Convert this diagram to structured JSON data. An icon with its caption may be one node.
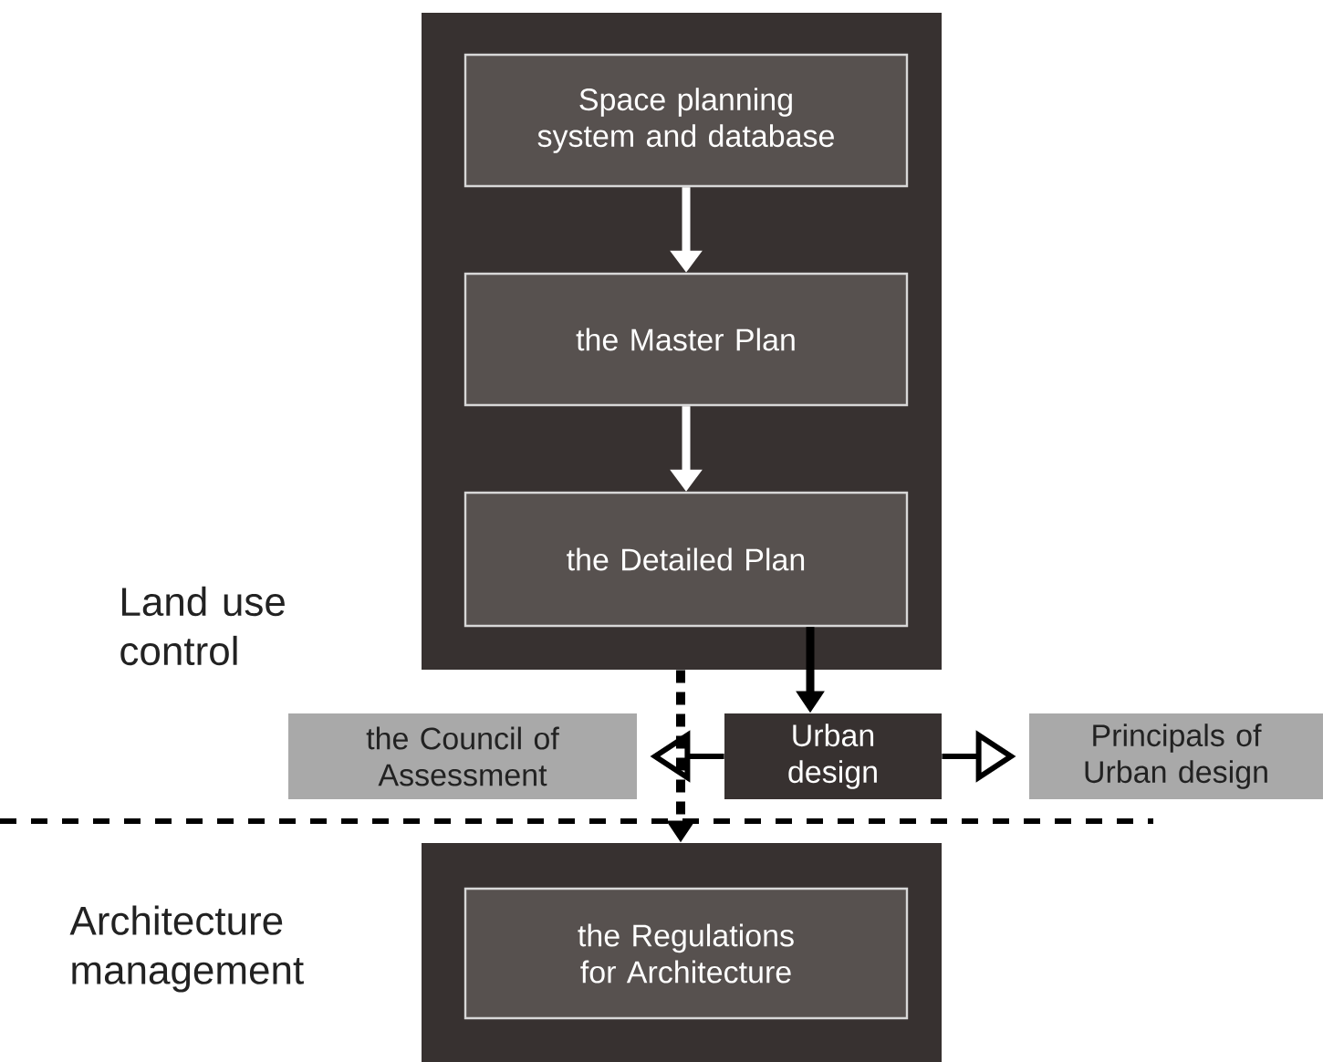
{
  "diagram": {
    "nodes": [
      {
        "text": [],
        "shape": "box"
      },
      {
        "text": [
          "Space planning system and database"
        ],
        "in": 0
      },
      {
        "text": [
          "the Master Plan"
        ],
        "in": 0
      },
      {
        "text": [
          "the Detailed Plan"
        ],
        "in": 0
      },
      {
        "text": [
          "the  Council of Assessment"
        ]
      },
      {
        "text": [
          "Urban design"
        ]
      },
      {
        "text": [
          "Principals of Urban design"
        ]
      },
      {
        "text": [],
        "shape": "box"
      },
      {
        "text": [
          "the Regulations for Architecture"
        ],
        "in": 7
      }
    ],
    "edges": [
      {
        "from": 1,
        "to": 2,
        "arrow": "to",
        "color": "#ffffff"
      },
      {
        "from": 2,
        "to": 3,
        "arrow": "to",
        "color": "#ffffff"
      },
      {
        "from": 3,
        "to": 5,
        "arrow": "to",
        "color": "#000000"
      },
      {
        "from": 0,
        "to": 7,
        "arrow": "to",
        "style": "dashed",
        "color": "#000000"
      },
      {
        "from": 5,
        "to": 4,
        "arrow": "to",
        "color": "#000000"
      },
      {
        "from": 5,
        "to": 6,
        "arrow": "to",
        "color": "#000000"
      }
    ],
    "labels": [
      "Land use control",
      "Architecture management"
    ]
  }
}
